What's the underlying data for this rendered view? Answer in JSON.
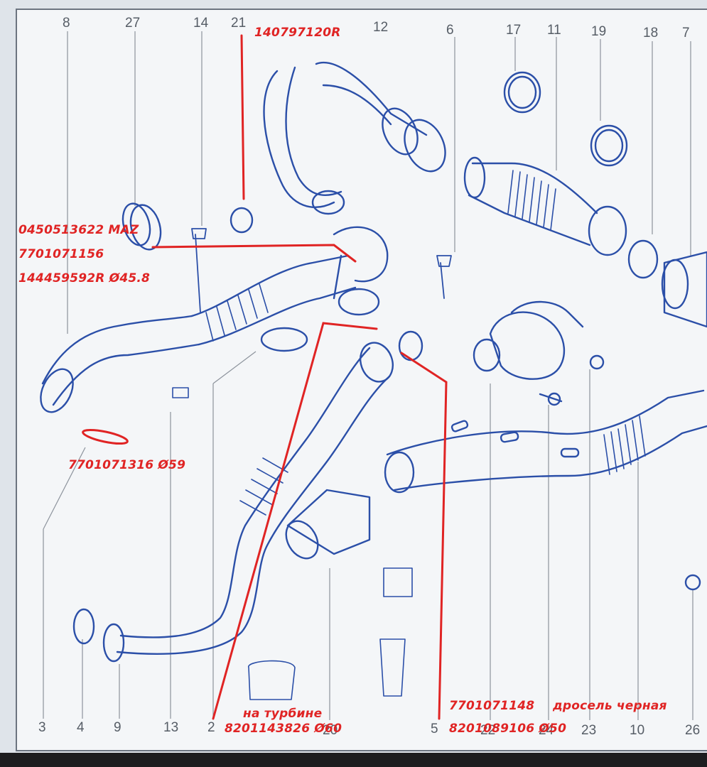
{
  "callouts": {
    "top": [
      "8",
      "27",
      "14",
      "21",
      "12",
      "6",
      "17",
      "11",
      "19",
      "18",
      "7"
    ],
    "bottom": [
      "3",
      "4",
      "9",
      "13",
      "2",
      "20",
      "5",
      "22",
      "24",
      "23",
      "10",
      "26"
    ]
  },
  "labels": {
    "part_140797120r": "140797120R",
    "part_0450513622": "0450513622 MAZ",
    "part_7701071156": "7701071156",
    "part_144459592r": "144459592R Ø45.8",
    "part_7701071316": "7701071316 Ø59",
    "note_turbine": "на турбине",
    "part_8201143826": "8201143826 Ø60",
    "part_7701071148": "7701071148",
    "note_throttle": "дросель черная",
    "part_8201089106": "8201089106 Ø50"
  },
  "colors": {
    "annotation_red": "#e02424",
    "line_blue": "#2b4fa8",
    "sheet_bg": "#f4f6f8"
  }
}
